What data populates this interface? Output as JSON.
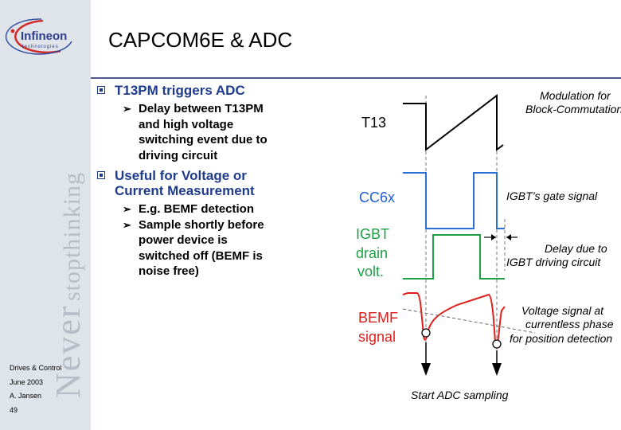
{
  "slide": {
    "title": "CAPCOM6E & ADC"
  },
  "sidebar": {
    "logo_name": "Infineon",
    "logo_sub": "technologies",
    "tagline_never": "Never",
    "tagline_stop": "stop",
    "tagline_thinking": "thinking",
    "footer": [
      "Drives & Control",
      "June 2003",
      "A. Jansen",
      "49"
    ]
  },
  "bullets": [
    {
      "text": "T13PM triggers ADC",
      "sub": [
        "Delay between T13PM",
        "and high voltage",
        "switching event due to",
        "driving circuit"
      ]
    },
    {
      "text": "Useful for Voltage or",
      "text2": "Current Measurement",
      "sub": [
        "E.g. BEMF detection",
        "Sample shortly before",
        "power device is",
        "switched off (BEMF is",
        "noise free)"
      ]
    }
  ],
  "diagram": {
    "labels": {
      "t13": "T13",
      "cc6x": "CC6x",
      "igbt1": "IGBT",
      "igbt2": "drain",
      "igbt3": "volt.",
      "bemf1": "BEMF",
      "bemf2": "signal"
    },
    "annotations": {
      "mod1": "Modulation for",
      "mod2": "Block-Commutation",
      "gate": "IGBT’s gate signal",
      "delay1": "Delay due to",
      "delay2": "IGBT driving circuit",
      "volt1": "Voltage signal at",
      "volt2": "currentless phase",
      "volt3": "for position detection",
      "adc": "Start ADC sampling"
    },
    "colors": {
      "blue": "#1f5fd0",
      "green": "#1f9f45",
      "red": "#dc1e1e",
      "signal_blue": "#2a6fd6",
      "signal_red": "#e0201c"
    }
  }
}
